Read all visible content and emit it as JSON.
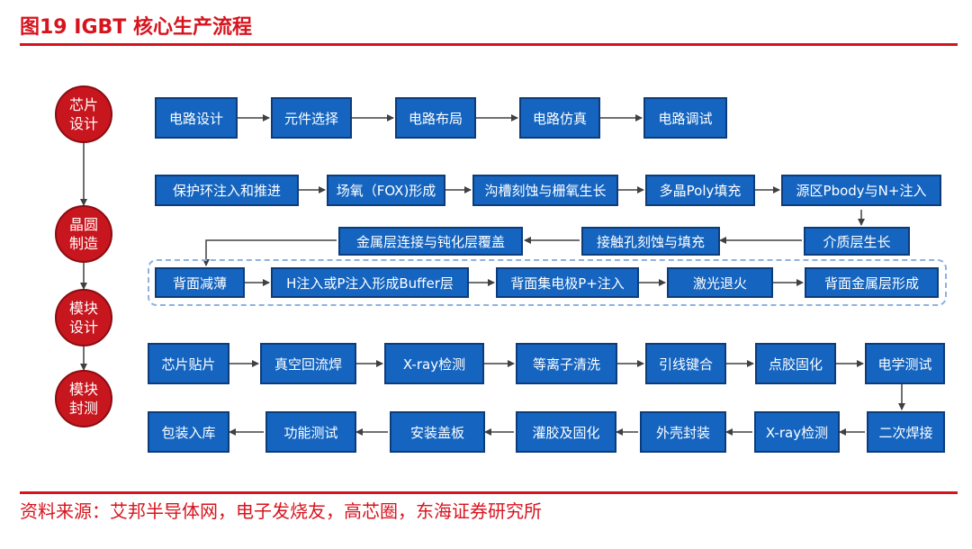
{
  "title": "图19  IGBT 核心生产流程",
  "source": "资料来源：艾邦半导体网，电子发烧友，高芯圈，东海证券研究所",
  "stages": {
    "s1": "芯片\n设计",
    "s2": "晶圆\n制造",
    "s3": "模块\n设计",
    "s4": "模块\n封测"
  },
  "steps": {
    "b1": "电路设计",
    "b2": "元件选择",
    "b3": "电路布局",
    "b4": "电路仿真",
    "b5": "电路调试",
    "c1": "保护环注入和推进",
    "c2": "场氧（FOX)形成",
    "c3": "沟槽刻蚀与栅氧生长",
    "c4": "多晶Poly填充",
    "c5": "源区Pbody与N+注入",
    "d1": "介质层生长",
    "d2": "接触孔刻蚀与填充",
    "d3": "金属层连接与钝化层覆盖",
    "e1": "背面减薄",
    "e2": "H注入或P注入形成Buffer层",
    "e3": "背面集电极P+注入",
    "e4": "激光退火",
    "e5": "背面金属层形成",
    "f1": "芯片贴片",
    "f2": "真空回流焊",
    "f3": "X-ray检测",
    "f4": "等离子清洗",
    "f5": "引线键合",
    "f6": "点胶固化",
    "f7": "电学测试",
    "g1": "二次焊接",
    "g2": "X-ray检测",
    "g3": "外壳封装",
    "g4": "灌胶及固化",
    "g5": "安装盖板",
    "g6": "功能测试",
    "g7": "包装入库"
  }
}
